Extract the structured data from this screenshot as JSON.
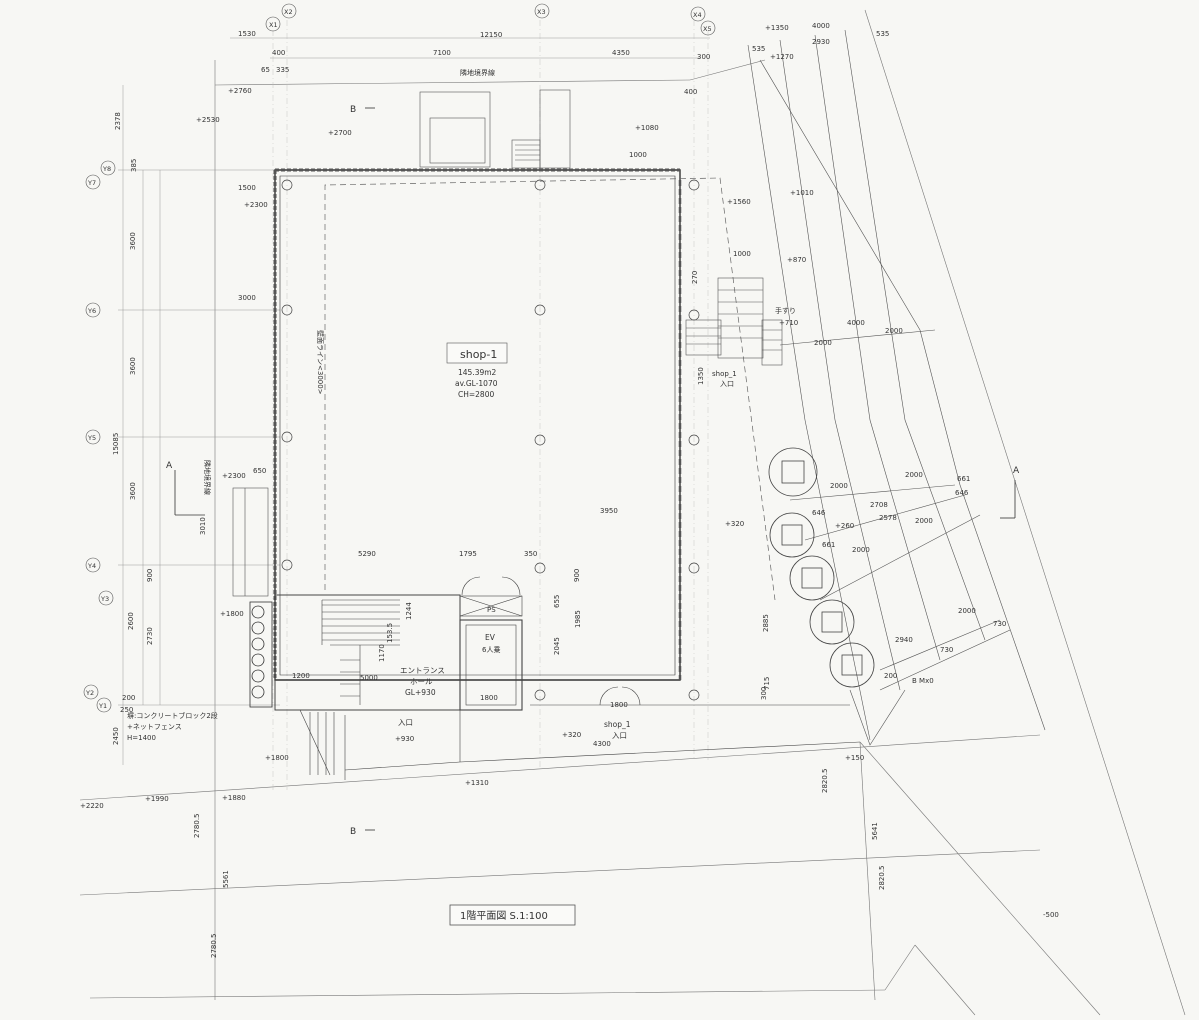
{
  "drawing_title": "1階平面図 S.1:100",
  "room": {
    "name": "shop-1",
    "area": "145.39m2",
    "level": "av.GL-1070",
    "ceiling": "CH=2800"
  },
  "entrance_hall": {
    "name_line1": "エントランス",
    "name_line2": "ホール",
    "level": "GL+930"
  },
  "elevator": {
    "label": "EV",
    "capacity": "6人乗"
  },
  "shaft": "PS",
  "boundary_label": "隣地境界線",
  "setback_label": "壁面ライン<3000>",
  "handrail": "手すり",
  "wall_note": {
    "line1": "塀:コンクリートブロック2段",
    "line2": "+ネットフェンス",
    "line3": "H=1400"
  },
  "entrances": {
    "entry": "入口",
    "shop_entry_name": "shop_1",
    "shop_entry_label": "入口"
  },
  "corner_mark": "B Mx0",
  "grid_x": [
    "X1",
    "X2",
    "X3",
    "X4",
    "X5"
  ],
  "grid_y": [
    "Y8",
    "Y7",
    "Y6",
    "Y5",
    "Y4",
    "Y3",
    "Y2",
    "Y1"
  ],
  "section_marks": {
    "a": "A",
    "b": "B"
  },
  "levels": [
    {
      "label": "+2760"
    },
    {
      "label": "+2530"
    },
    {
      "label": "+2700"
    },
    {
      "label": "+1080"
    },
    {
      "label": "+2300"
    },
    {
      "label": "+1560"
    },
    {
      "label": "+1010"
    },
    {
      "label": "+870"
    },
    {
      "label": "+710"
    },
    {
      "label": "+2300"
    },
    {
      "label": "+320"
    },
    {
      "label": "+260"
    },
    {
      "label": "+1800"
    },
    {
      "label": "+930"
    },
    {
      "label": "+320"
    },
    {
      "label": "+1800"
    },
    {
      "label": "+1310"
    },
    {
      "label": "+150"
    },
    {
      "label": "+1880"
    },
    {
      "label": "+1990"
    },
    {
      "label": "+2220"
    },
    {
      "label": "-500"
    },
    {
      "label": "+1350"
    },
    {
      "label": "+1270"
    }
  ],
  "dimensions": [
    "1530",
    "12150",
    "400",
    "7100",
    "4350",
    "300",
    "65",
    "335",
    "400",
    "1000",
    "1500",
    "2378",
    "385",
    "3600",
    "3000",
    "3600",
    "15085",
    "3600",
    "650",
    "3010",
    "5290",
    "1795",
    "350",
    "3950",
    "900",
    "2600",
    "2730",
    "900",
    "1200",
    "1170",
    "1244",
    "153.5",
    "1985",
    "2045",
    "655",
    "1800",
    "4300",
    "2885",
    "715",
    "300",
    "270",
    "1350",
    "1000",
    "2450",
    "2780.5",
    "5561",
    "2780.5",
    "2820.5",
    "5641",
    "2820.5",
    "4000",
    "535",
    "2930",
    "535",
    "4000",
    "2000",
    "2000",
    "2000",
    "2000",
    "2708",
    "2578",
    "2000",
    "661",
    "646",
    "646",
    "661",
    "2000",
    "2000",
    "2940",
    "730",
    "730",
    "200",
    "200",
    "250",
    "5000",
    "1800"
  ]
}
